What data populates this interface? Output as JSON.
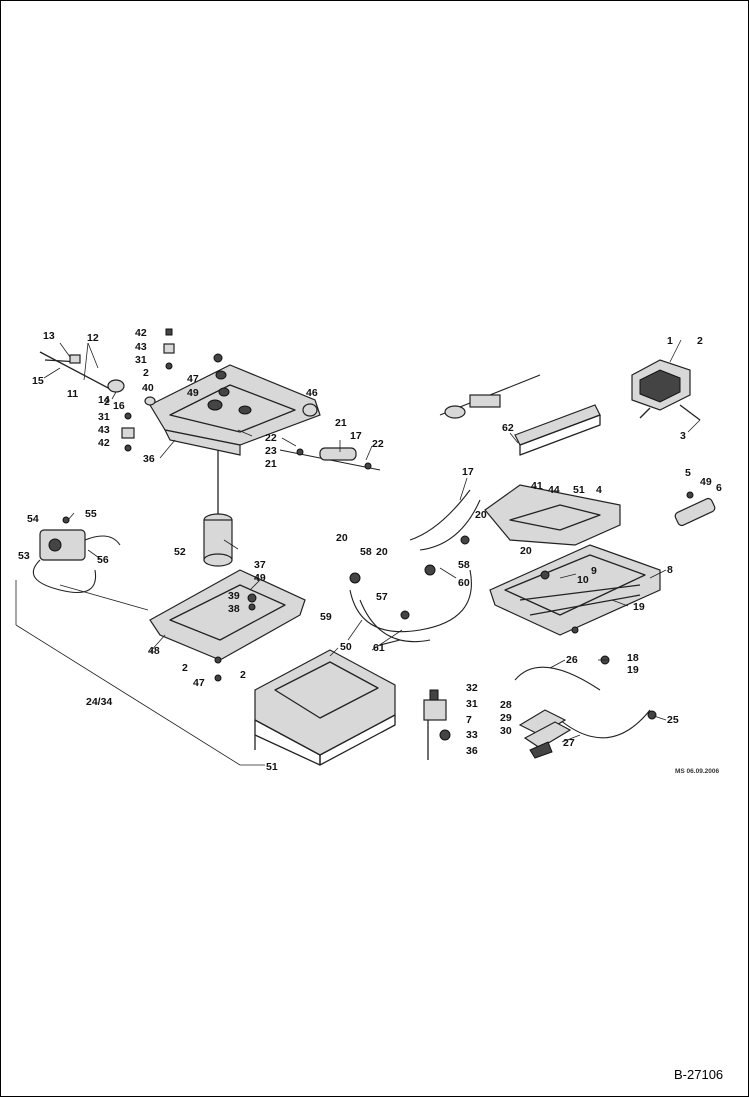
{
  "drawing_number": "B-27106",
  "date_stamp": "MS 06.09.2006",
  "callouts": [
    "13",
    "12",
    "42",
    "43",
    "31",
    "2",
    "47",
    "49",
    "40",
    "46",
    "15",
    "11",
    "14",
    "16",
    "2",
    "31",
    "43",
    "42",
    "36",
    "22",
    "23",
    "21",
    "17",
    "21",
    "22",
    "1",
    "2",
    "3",
    "62",
    "17",
    "20",
    "41",
    "44",
    "51",
    "4",
    "5",
    "49",
    "6",
    "54",
    "55",
    "53",
    "56",
    "52",
    "37",
    "49",
    "39",
    "38",
    "48",
    "2",
    "47",
    "2",
    "20",
    "58",
    "20",
    "57",
    "59",
    "58",
    "60",
    "61",
    "20",
    "9",
    "10",
    "8",
    "19",
    "50",
    "24/34",
    "51",
    "26",
    "18",
    "19",
    "32",
    "31",
    "7",
    "33",
    "36",
    "28",
    "29",
    "30",
    "27",
    "25"
  ]
}
